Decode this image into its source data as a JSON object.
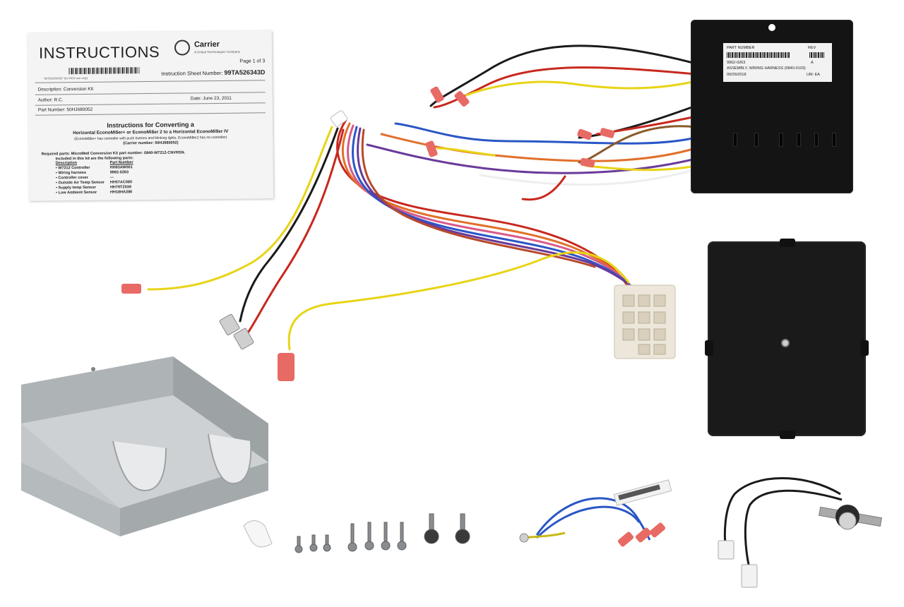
{
  "instructions_sheet": {
    "title": "INSTRUCTIONS",
    "brand": "Carrier",
    "brand_sub": "A United Technologies Company",
    "page": "Page 1 of 3",
    "barcode_caption": "\"99TA526343D\" (for RCD use only)",
    "sheet_number_label": "Instruction Sheet Number:",
    "sheet_number": "99TA526343D",
    "description": "Description: Conversion Kit",
    "author": "Author: R.C.",
    "date": "Date: June 23, 2011",
    "part_number": "Part Number: 50HJ680052",
    "heading": "Instructions for Converting a",
    "subheading": "Horizontal EconoMi$er+ or EconoMi$er 2 to a Horizontal EconoMi$er IV",
    "note": "(EconoMi$er+ has controller with push buttons and blinking lights, EconoMi$er2 has no controller)",
    "carrier_number": "(Carrier number: 50HJ680052)",
    "required_parts": "Required parts: MicroMetl Conversion Kit part number: 0840-W7212-CNVRSN.",
    "included_intro": "Included in this kit are the following parts:",
    "parts_table": {
      "headers": [
        "Description",
        "Part Number"
      ],
      "rows": [
        [
          "W7212 Controller",
          "HH63AW001"
        ],
        [
          "Wiring harness",
          "9962-0263"
        ],
        [
          "Controller cover",
          "—"
        ],
        [
          "Outside Air Temp Sensor",
          "HH57AC080"
        ],
        [
          "Supply temp Sensor",
          "HH79TZ039"
        ],
        [
          "Low Ambient Sensor",
          "HH18HA286"
        ]
      ]
    }
  },
  "harness_label": {
    "part_number_label": "PART NUMBER",
    "rev_label": "REV",
    "part_number": "9962-0263",
    "rev": "A",
    "description": "ASSEMBLY, WIRING HARNESS (0840-0103)",
    "date": "09/26/2018",
    "uom": "UM: EA"
  },
  "colors": {
    "module": "#141414",
    "wire_yellow": "#e8d416",
    "wire_red": "#c8281e",
    "wire_black": "#1a1a1a",
    "wire_blue": "#2a56c6",
    "wire_orange": "#e0702a",
    "wire_violet": "#6a3a9a",
    "wire_pink": "#d85a8a",
    "terminal": "#e86a64",
    "connector": "#ece7da",
    "galvanized": "#b8bcbf"
  }
}
